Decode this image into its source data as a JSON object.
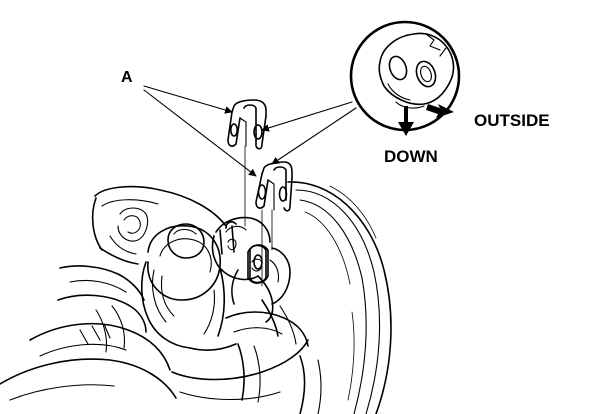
{
  "labels": {
    "part_a": "A",
    "outside": "OUTSIDE",
    "down": "DOWN"
  },
  "colors": {
    "ink": "#000000",
    "paper": "#ffffff"
  }
}
